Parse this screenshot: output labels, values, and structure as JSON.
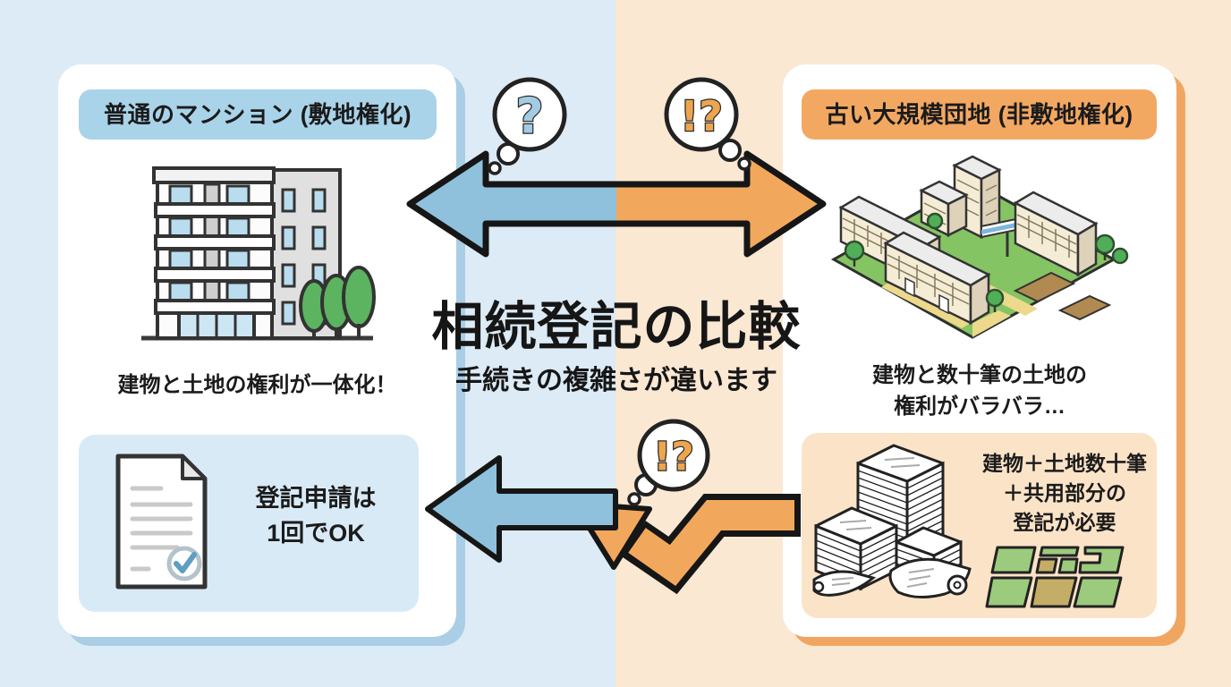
{
  "center": {
    "title": "相続登記の比較",
    "subtitle": "手続きの複雑さが違います"
  },
  "left_panel": {
    "badge": "普通のマンション (敷地権化)",
    "caption": "建物と土地の権利が一体化！",
    "result_line1": "登記申請は",
    "result_line2": "1回でOK"
  },
  "right_panel": {
    "badge": "古い大規模団地 (非敷地権化)",
    "caption_line1": "建物と数十筆の土地の",
    "caption_line2": "権利がバラバラ…",
    "result_line1": "建物＋土地数十筆",
    "result_line2": "＋共用部分の",
    "result_line3": "登記が必要"
  },
  "bubbles": {
    "question": "?",
    "surprise_top": "!?",
    "surprise_bottom": "!?"
  },
  "colors": {
    "bg_left": "#dcebf5",
    "bg_right": "#fae8d3",
    "badge_left": "#a9d3e9",
    "badge_right": "#f3a862",
    "card_shadow_left": "#a9cee5",
    "card_shadow_right": "#f0a661",
    "arrow_blue": "#8fc1dd",
    "arrow_orange": "#f2a85c",
    "inner_box_left": "#d8eaf6",
    "inner_box_right": "#fbe3c7",
    "question_mark": "#a3cbe3",
    "surprise_mark": "#eda64f"
  }
}
